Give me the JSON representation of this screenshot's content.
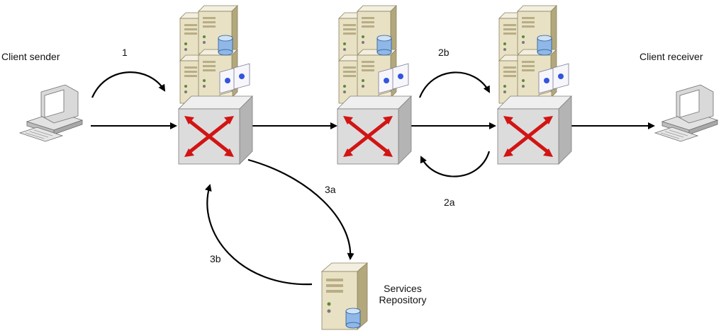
{
  "labels": {
    "client_sender": "Client sender",
    "client_receiver": "Client receiver",
    "services_repository_line1": "Services",
    "services_repository_line2": "Repository",
    "step_1": "1",
    "step_2a": "2a",
    "step_2b": "2b",
    "step_3a": "3a",
    "step_3b": "3b"
  },
  "nodes": [
    {
      "id": "client-sender",
      "kind": "workstation",
      "icon": "computer-icon"
    },
    {
      "id": "router-1",
      "kind": "router-with-servers",
      "icon": "router-icon"
    },
    {
      "id": "router-2",
      "kind": "router-with-servers",
      "icon": "router-icon"
    },
    {
      "id": "router-3",
      "kind": "router-with-servers",
      "icon": "router-icon"
    },
    {
      "id": "client-receiver",
      "kind": "workstation",
      "icon": "computer-icon"
    },
    {
      "id": "services-repository",
      "kind": "server",
      "icon": "database-server-icon"
    }
  ],
  "edges": [
    {
      "from": "client-sender",
      "to": "router-1",
      "style": "straight"
    },
    {
      "from": "router-1",
      "to": "router-2",
      "style": "straight"
    },
    {
      "from": "router-2",
      "to": "router-3",
      "style": "straight"
    },
    {
      "from": "router-3",
      "to": "client-receiver",
      "style": "straight"
    },
    {
      "label": "1",
      "from": "client-sender",
      "to": "router-1",
      "style": "curved"
    },
    {
      "label": "2b",
      "from": "router-2",
      "to": "router-3",
      "style": "curved"
    },
    {
      "label": "2a",
      "from": "router-3",
      "to": "router-2",
      "style": "curved"
    },
    {
      "label": "3a",
      "from": "router-1",
      "to": "services-repository",
      "style": "curved"
    },
    {
      "label": "3b",
      "from": "services-repository",
      "to": "router-1",
      "style": "curved"
    }
  ],
  "colors": {
    "arrow": "#000000",
    "router_arrow": "#e02020",
    "server_face": "#e6dfc4",
    "server_side": "#bfb48c",
    "router_face": "#d9d9d9",
    "router_side": "#a9a9a9",
    "disk": "#8fb8e8",
    "monitor_screen": "#ffffff",
    "pc_case": "#d8d8d8"
  }
}
